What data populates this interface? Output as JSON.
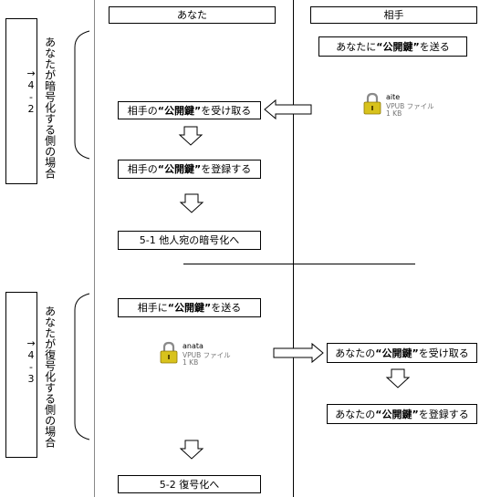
{
  "columns": {
    "left": "あなた",
    "right": "相手"
  },
  "section1": {
    "label": "あなたが暗号化する側の場合",
    "ref": "→4-2",
    "send_key": {
      "pre": "あなたに",
      "key": "“公開鍵”",
      "post": "を送る"
    },
    "receive_key": {
      "pre": "相手の",
      "key": "“公開鍵”",
      "post": "を受け取る"
    },
    "register_key": {
      "pre": "相手の",
      "key": "“公開鍵”",
      "post": "を登録する"
    },
    "next_step": "5-1  他人宛の暗号化へ",
    "file": {
      "name": "aite",
      "type": "VPUB ファイル",
      "size": "1 KB",
      "icon": "lock-icon"
    }
  },
  "section2": {
    "label": "あなたが復号化する側の場合",
    "ref": "→4-3",
    "send_key": {
      "pre": "相手に",
      "key": "“公開鍵”",
      "post": "を送る"
    },
    "receive_key": {
      "pre": "あなたの",
      "key": "“公開鍵”",
      "post": "を受け取る"
    },
    "register_key": {
      "pre": "あなたの",
      "key": "“公開鍵”",
      "post": "を登録する"
    },
    "next_step": "5-2  復号化へ",
    "file": {
      "name": "anata",
      "type": "VPUB ファイル",
      "size": "1 KB",
      "icon": "lock-icon"
    }
  },
  "colors": {
    "lock_body": "#d8c21c",
    "lock_shackle": "#8a8a8a",
    "line": "#000000",
    "file_meta": "#777777"
  }
}
